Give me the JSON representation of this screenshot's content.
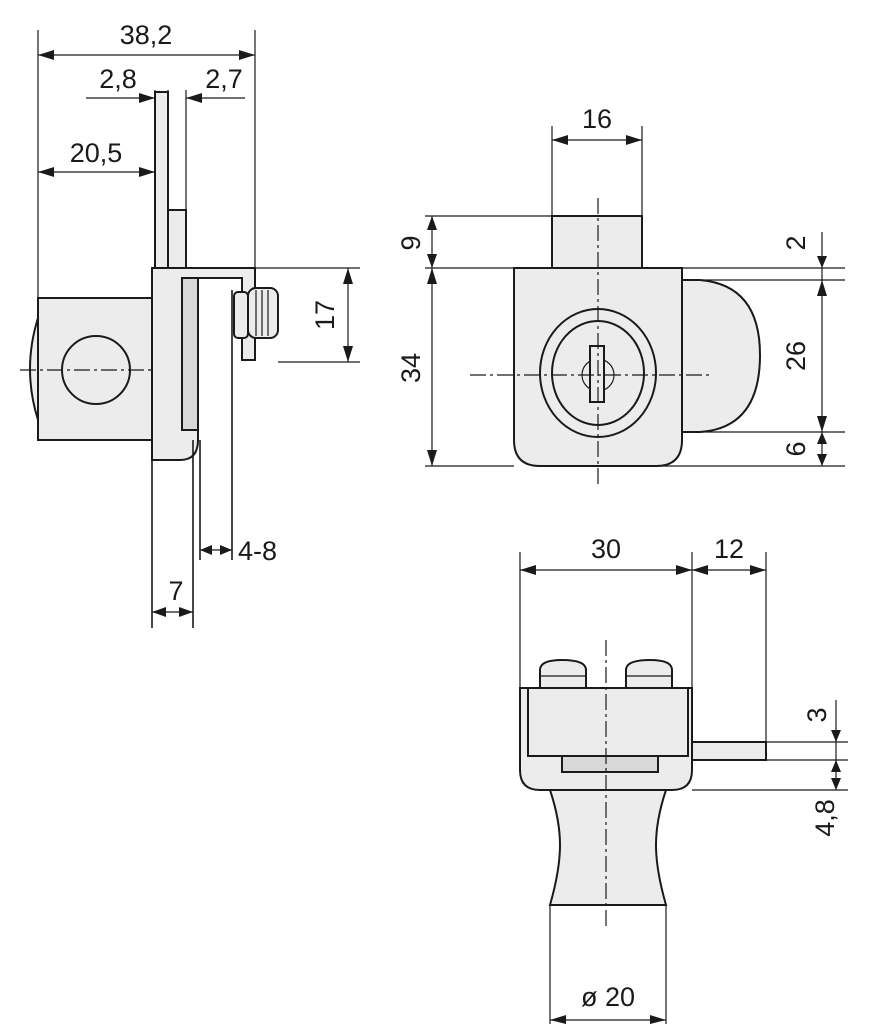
{
  "side_view": {
    "dim_overall_width": "38,2",
    "dim_left_gap": "2,8",
    "dim_right_gap": "2,7",
    "dim_body_depth": "20,5",
    "dim_bracket_height": "17",
    "dim_glass_range": "4-8",
    "dim_thickness": "7"
  },
  "front_view": {
    "dim_top_width": "16",
    "dim_top_height": "9",
    "dim_body_height": "34",
    "dim_gap_top": "2",
    "dim_bolt_height": "26",
    "dim_gap_bottom": "6"
  },
  "bottom_view": {
    "dim_body_width": "30",
    "dim_extension": "12",
    "dim_plate_thickness": "3",
    "dim_clamp": "4,8",
    "dim_cylinder_diameter": "ø 20"
  },
  "colors": {
    "line": "#1a1a1a",
    "fill": "#ececec",
    "background": "#ffffff"
  }
}
